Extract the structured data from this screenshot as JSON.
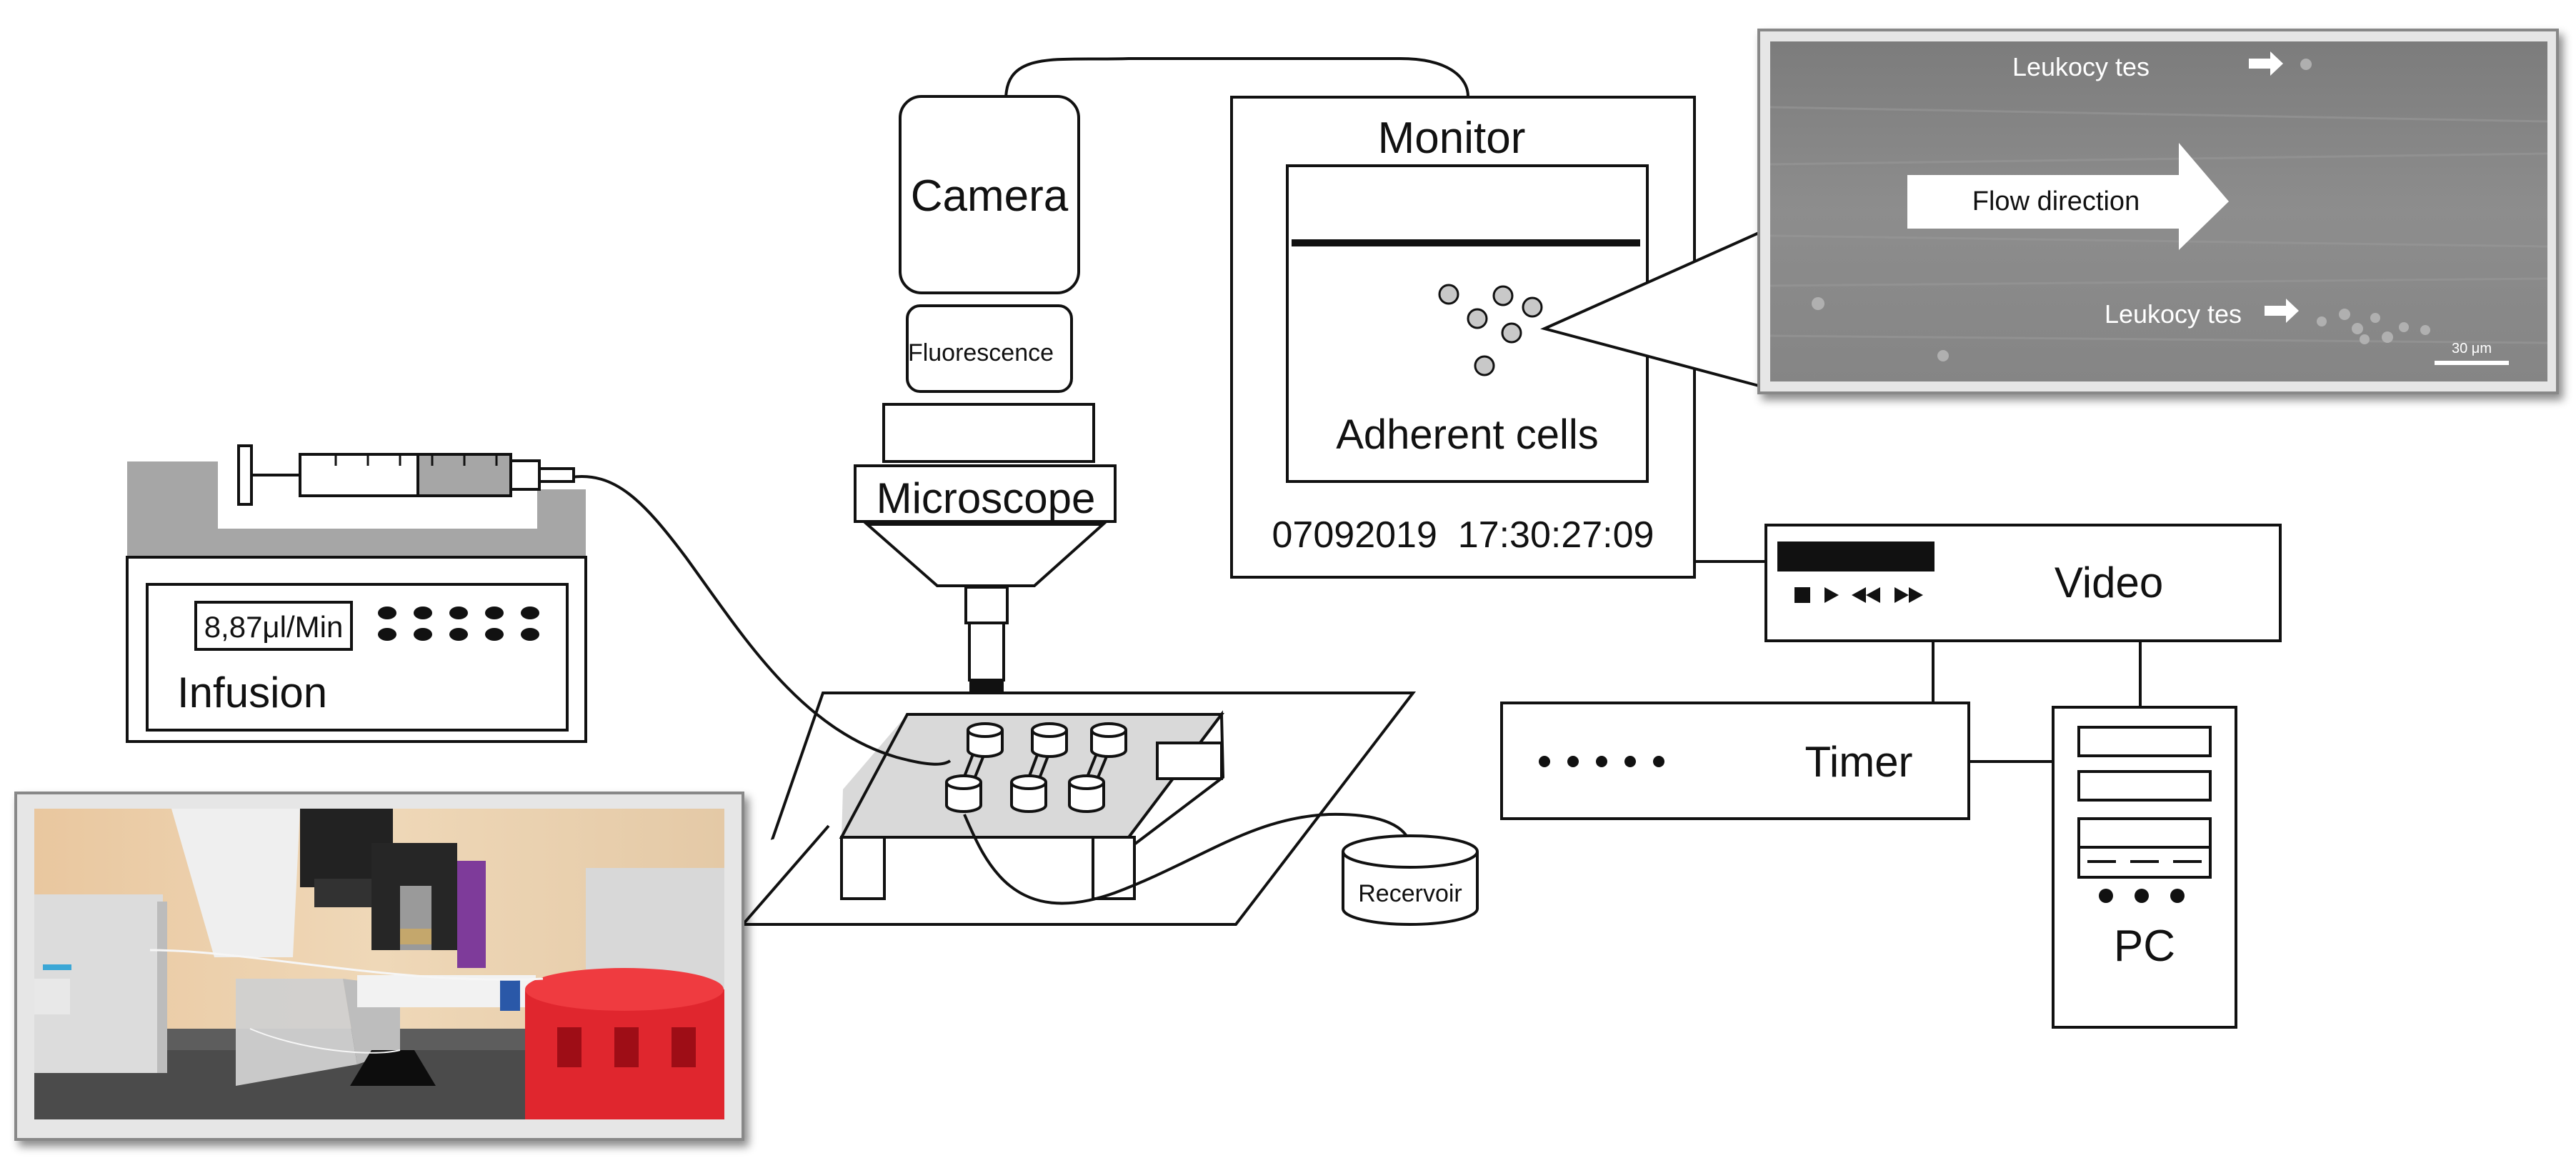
{
  "camera": {
    "label": "Camera"
  },
  "fluorescence": {
    "label": "Fluorescence"
  },
  "microscope": {
    "label": "Microscope"
  },
  "monitor": {
    "title": "Monitor",
    "screen_caption": "Adherent cells",
    "timestamp": "07092019  17:30:27:09"
  },
  "micrograph": {
    "flow_label": "Flow direction",
    "leukocytes_top": "Leukocy tes",
    "leukocytes_bottom": "Leukocy tes",
    "scale_bar": "30 μm"
  },
  "pump": {
    "rate": "8,87μl/Min",
    "mode": "Infusion"
  },
  "reservoir": {
    "label": "Recervoir"
  },
  "video": {
    "label": "Video"
  },
  "timer": {
    "label": "Timer",
    "dots": "• • • • •"
  },
  "pc": {
    "label": "PC"
  },
  "colors": {
    "line": "#111111",
    "pump_gray": "#a6a6a6",
    "syringe_fill": "#a6a6a6",
    "chip": "#d9d9d9",
    "micrograph_bg": "#8a8a8a",
    "reservoir_red": "#e0262e",
    "photo_bench": "#5d5d5d"
  }
}
